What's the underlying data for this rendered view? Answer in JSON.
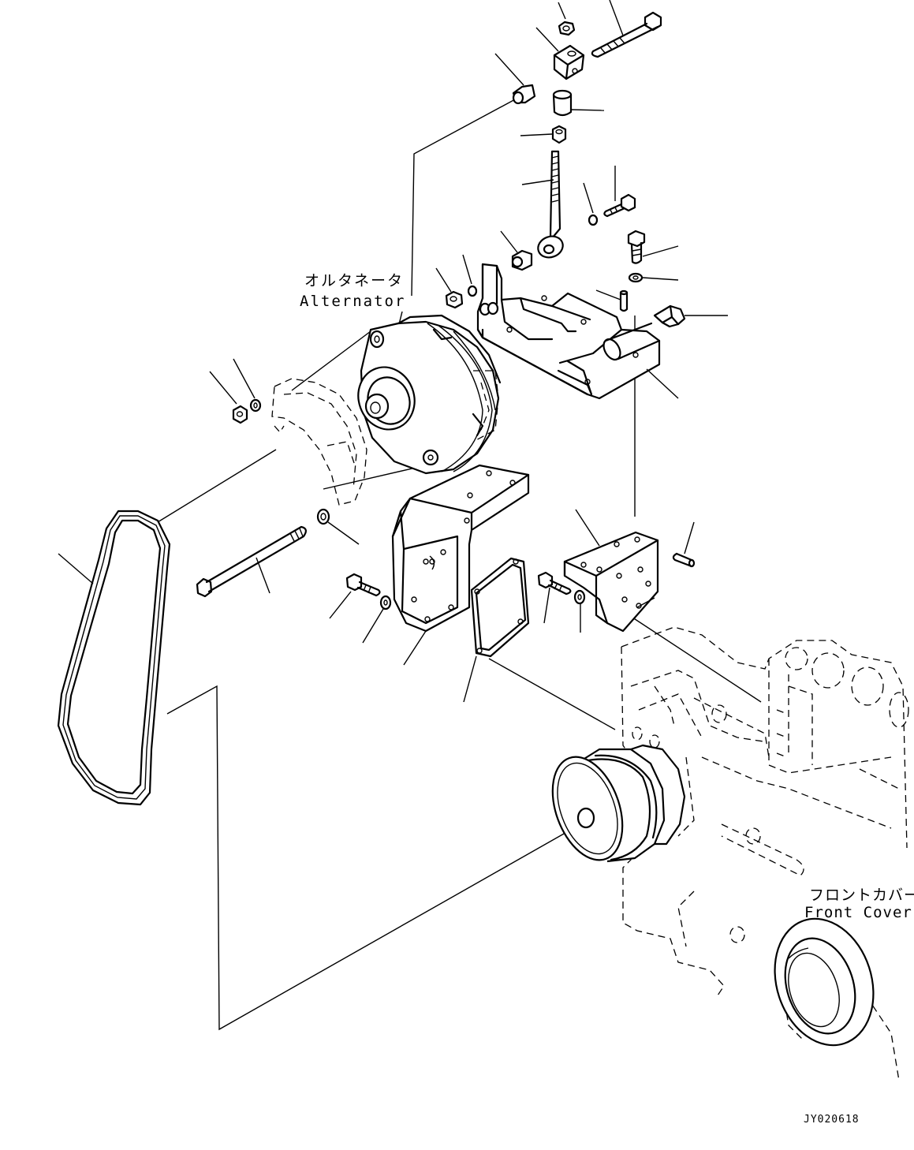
{
  "labels": {
    "alternator_jp": "オルタネータ",
    "alternator_en": "Alternator",
    "front_cover_jp": "フロントカバー",
    "front_cover_en": "Front Cover"
  },
  "drawing_code": "JY020618",
  "colors": {
    "line": "#000000",
    "background": "#ffffff"
  }
}
